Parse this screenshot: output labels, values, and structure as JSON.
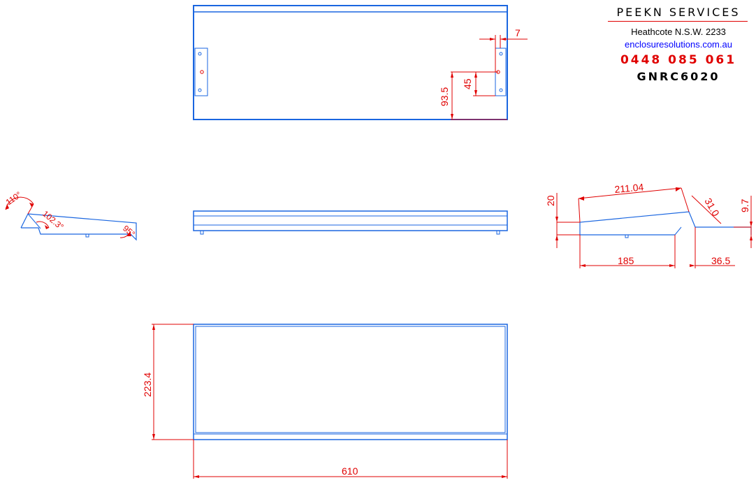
{
  "title_block": {
    "company": "PEEKN SERVICES",
    "address": "Heathcote N.S.W. 2233",
    "website": "enclosuresolutions.com.au",
    "phone": "0448 085 061",
    "part_code": "GNRC6020"
  },
  "dimensions": {
    "top_view": {
      "offset_small": "7",
      "hole_height": "45",
      "bracket_height": "93.5"
    },
    "side_view_left": {
      "angle_back": "110°",
      "angle_mid": "102.3°",
      "angle_front": "95°"
    },
    "side_view_right": {
      "slope_length": "211.04",
      "rear_height": "20",
      "front_face": "31.0",
      "front_height": "9.7",
      "base_length": "185",
      "front_depth": "36.5"
    },
    "bottom_view": {
      "depth": "223.4",
      "width": "610"
    }
  },
  "colors": {
    "outline": "#1a66e0",
    "dimension": "#e00000"
  }
}
